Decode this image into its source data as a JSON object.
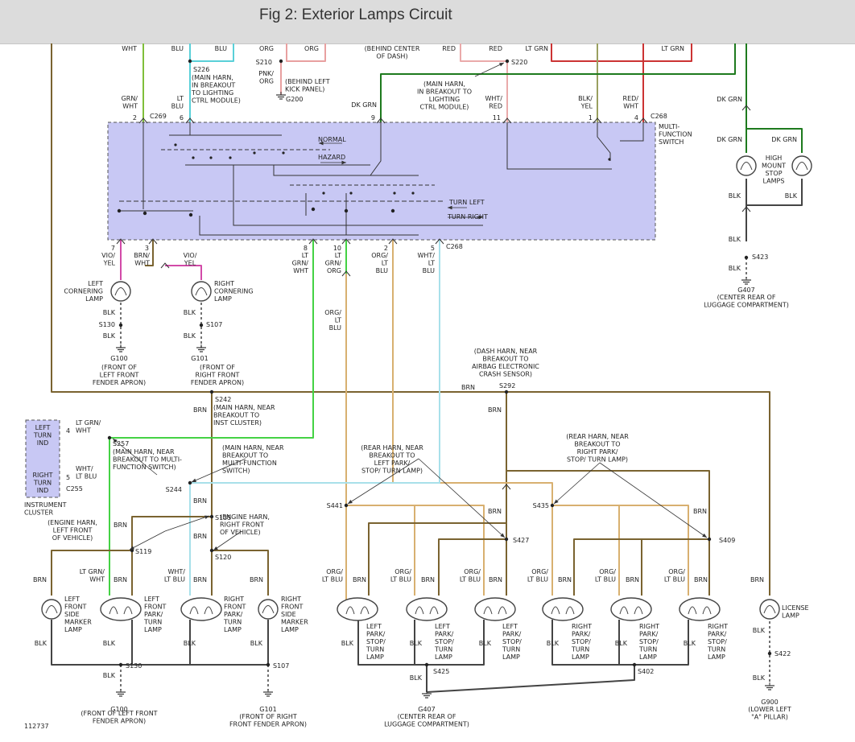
{
  "title": "Fig 2: Exterior Lamps Circuit",
  "colors": {
    "background": "#ffffff",
    "header": "#dcdcdc",
    "switch_fill": "#c8c8f4",
    "brn": "#7a6330",
    "grn_wht": "#7fbf3a",
    "lt_grn_wht": "#44d244",
    "lt_blu": "#5ad0d8",
    "wht_lt_blu": "#a8e0ea",
    "org_lt_blu": "#d8b070",
    "vio_yel": "#d24aa8",
    "dk_grn": "#1e7a1e",
    "red": "#cc3333",
    "blk": "#444444"
  },
  "top": {
    "wht": "WHT",
    "blu": "BLU",
    "org1": "ORG",
    "org2": "ORG",
    "s210": "S210",
    "pnk_org": [
      "PNK/",
      "ORG"
    ],
    "behind_kick": [
      "(BEHIND LEFT",
      "KICK PANEL)"
    ],
    "g200": "G200",
    "behind_dash": [
      "(BEHIND CENTER",
      "OF DASH)"
    ],
    "red1": "RED",
    "red2": "RED",
    "lt_grn1": "LT GRN",
    "lt_grn2": "LT GRN",
    "s220": "S220",
    "s226": "S226",
    "s226_note": [
      "(MAIN HARN,",
      "IN BREAKOUT",
      "TO LIGHTING",
      "CTRL MODULE)"
    ],
    "s220_note": [
      "(MAIN HARN,",
      "IN BREAKOUT TO",
      "LIGHTING",
      "CTRL MODULE)"
    ],
    "grn_wht": [
      "GRN/",
      "WHT"
    ],
    "lt_blu": [
      "LT",
      "BLU"
    ],
    "dk_grn": "DK GRN",
    "wht_red": [
      "WHT/",
      "RED"
    ],
    "blk_yel": [
      "BLK/",
      "YEL"
    ],
    "red_wht": [
      "RED/",
      "WHT"
    ],
    "c269": "C269",
    "c268a": "C268",
    "c268b": "C268",
    "pins_top": [
      "2",
      "6",
      "9",
      "11",
      "1",
      "4"
    ],
    "pins_bottom": [
      "7",
      "3",
      "8",
      "10",
      "2",
      "5"
    ]
  },
  "switch": {
    "label": [
      "MULTI-",
      "FUNCTION",
      "SWITCH"
    ],
    "normal": "NORMAL",
    "hazard": "HAZARD",
    "turn_left": "TURN LEFT",
    "turn_right": "TURN RIGHT"
  },
  "hmsl": {
    "dk_grn_top": "DK GRN",
    "dk_grn_left": "DK GRN",
    "dk_grn_right": "DK GRN",
    "label": [
      "HIGH",
      "MOUNT",
      "STOP",
      "LAMPS"
    ],
    "blk_left": "BLK",
    "blk_right": "BLK",
    "blk_bottom": "BLK",
    "s423": "S423",
    "blk_ground": "BLK",
    "g407": "G407",
    "g407_note": [
      "(CENTER REAR OF",
      "LUGGAGE COMPARTMENT)"
    ]
  },
  "cornering": {
    "vio_yel": [
      "VIO/",
      "YEL"
    ],
    "brn_wht": [
      "BRN/",
      "WHT"
    ],
    "vio_yel_right": [
      "VIO/",
      "YEL"
    ],
    "left_label": [
      "LEFT",
      "CORNERING",
      "LAMP"
    ],
    "right_label": [
      "RIGHT",
      "CORNERING",
      "LAMP"
    ],
    "blk_left": "BLK",
    "s130": "S130",
    "blk_left2": "BLK",
    "g100": "G100",
    "g100_note": [
      "(FRONT OF",
      "LEFT FRONT",
      "FENDER APRON)"
    ],
    "blk_right": "BLK",
    "s107": "S107",
    "blk_right2": "BLK",
    "g101": "G101",
    "g101_note": [
      "(FRONT OF",
      "RIGHT FRONT",
      "FENDER APRON)"
    ]
  },
  "mid": {
    "lt_grn_wht": [
      "LT",
      "GRN/",
      "WHT"
    ],
    "lt_grn_org": [
      "LT",
      "GRN/",
      "ORG"
    ],
    "org_lt_blu": [
      "ORG/",
      "LT",
      "BLU"
    ],
    "wht_lt_blu": [
      "WHT/",
      "LT",
      "BLU"
    ],
    "org_lt_blu2": [
      "ORG/",
      "LT",
      "BLU"
    ],
    "dash_note": [
      "(DASH HARN, NEAR",
      "BREAKOUT TO",
      "AIRBAG ELECTRONIC",
      "CRASH SENSOR)"
    ],
    "brn_s292": "BRN",
    "s292": "S292",
    "brn_below_s292": "BRN",
    "s242": "S242",
    "s242_note": [
      "(MAIN HARN, NEAR",
      "BREAKOUT TO",
      "INST CLUSTER)"
    ],
    "brn_s242": "BRN"
  },
  "cluster": {
    "left_turn": [
      "LEFT",
      "TURN",
      "IND"
    ],
    "right_turn": [
      "RIGHT",
      "TURN",
      "IND"
    ],
    "pin4": "4",
    "pin5": "5",
    "lt_grn_wht": [
      "LT GRN/",
      "WHT"
    ],
    "wht_lt_blu": [
      "WHT/",
      "LT BLU"
    ],
    "c255": "C255",
    "label": [
      "INSTRUMENT",
      "CLUSTER"
    ],
    "s257": "S257",
    "s257_note": [
      "(MAIN HARN, NEAR",
      "BREAKOUT TO MULTI-",
      "FUNCTION SWITCH)"
    ],
    "s244_note": [
      "(MAIN HARN, NEAR",
      "BREAKOUT TO",
      "MULTI-FUNCTION",
      "SWITCH)"
    ],
    "s244": "S244",
    "brn_s244": "BRN"
  },
  "front": {
    "s135": "S135",
    "s135_note": [
      "(ENGINE HARN,",
      "RIGHT FRONT",
      "OF VEHICLE)"
    ],
    "s119_note": [
      "(ENGINE HARN,",
      "LEFT FRONT",
      "OF VEHICLE)"
    ],
    "brn_s119": "BRN",
    "s119": "S119",
    "brn_s120": "BRN",
    "s120": "S120",
    "w_brn1": "BRN",
    "w_lt_grn_wht": [
      "LT GRN/",
      "WHT"
    ],
    "w_brn2": "BRN",
    "w_wht_lt_blu": [
      "WHT/",
      "LT BLU"
    ],
    "w_brn3": "BRN",
    "w_brn4": "BRN",
    "lamp1": [
      "LEFT",
      "FRONT",
      "SIDE",
      "MARKER",
      "LAMP"
    ],
    "lamp2": [
      "LEFT",
      "FRONT",
      "PARK/",
      "TURN",
      "LAMP"
    ],
    "lamp3": [
      "RIGHT",
      "FRONT",
      "PARK/",
      "TURN",
      "LAMP"
    ],
    "lamp4": [
      "RIGHT",
      "FRONT",
      "SIDE",
      "MARKER",
      "LAMP"
    ],
    "blk1": "BLK",
    "blk2": "BLK",
    "blk3": "BLK",
    "blk4": "BLK",
    "blk5": "BLK",
    "s130": "S130",
    "s107": "S107",
    "g100": "G100",
    "g100_note": [
      "(FRONT OF LEFT FRONT",
      "FENDER APRON)"
    ],
    "g101": "G101",
    "g101_note": [
      "(FRONT OF RIGHT",
      "FRONT FENDER APRON)"
    ]
  },
  "rear": {
    "left_note": [
      "(REAR HARN, NEAR",
      "BREAKOUT TO",
      "LEFT PARK/",
      "STOP/ TURN LAMP)"
    ],
    "right_note": [
      "(REAR HARN, NEAR",
      "BREAKOUT TO",
      "RIGHT PARK/",
      "STOP/ TURN LAMP)"
    ],
    "s441": "S441",
    "s427": "S427",
    "s435": "S435",
    "s409": "S409",
    "brn_s427": "BRN",
    "brn_s409": "BRN",
    "w1": [
      "ORG/",
      "LT BLU"
    ],
    "w2": "BRN",
    "w3": [
      "ORG/",
      "LT BLU"
    ],
    "w4": "BRN",
    "w5": [
      "ORG/",
      "LT BLU"
    ],
    "w6": "BRN",
    "w7": [
      "ORG/",
      "LT BLU"
    ],
    "w8": "BRN",
    "w9": [
      "ORG/",
      "LT BLU"
    ],
    "w10": "BRN",
    "w11": [
      "ORG/",
      "LT BLU"
    ],
    "w12": "BRN",
    "w13": "BRN",
    "lamp_left": [
      "LEFT",
      "PARK/",
      "STOP/",
      "TURN",
      "LAMP"
    ],
    "lamp_right": [
      "RIGHT",
      "PARK/",
      "STOP/",
      "TURN",
      "LAMP"
    ],
    "license": [
      "LICENSE",
      "LAMP"
    ],
    "blk1": "BLK",
    "blk2": "BLK",
    "blk3": "BLK",
    "blk4": "BLK",
    "blk5": "BLK",
    "blk6": "BLK",
    "blk7": "BLK",
    "blk8": "BLK",
    "blk9": "BLK",
    "s425": "S425",
    "s402": "S402",
    "s422": "S422",
    "g407": "G407",
    "g407_note": [
      "(CENTER REAR OF",
      "LUGGAGE COMPARTMENT)"
    ],
    "g900": "G900",
    "g900_note": [
      "(LOWER LEFT",
      "\"A\" PILLAR)"
    ]
  },
  "figure_id": "112737"
}
